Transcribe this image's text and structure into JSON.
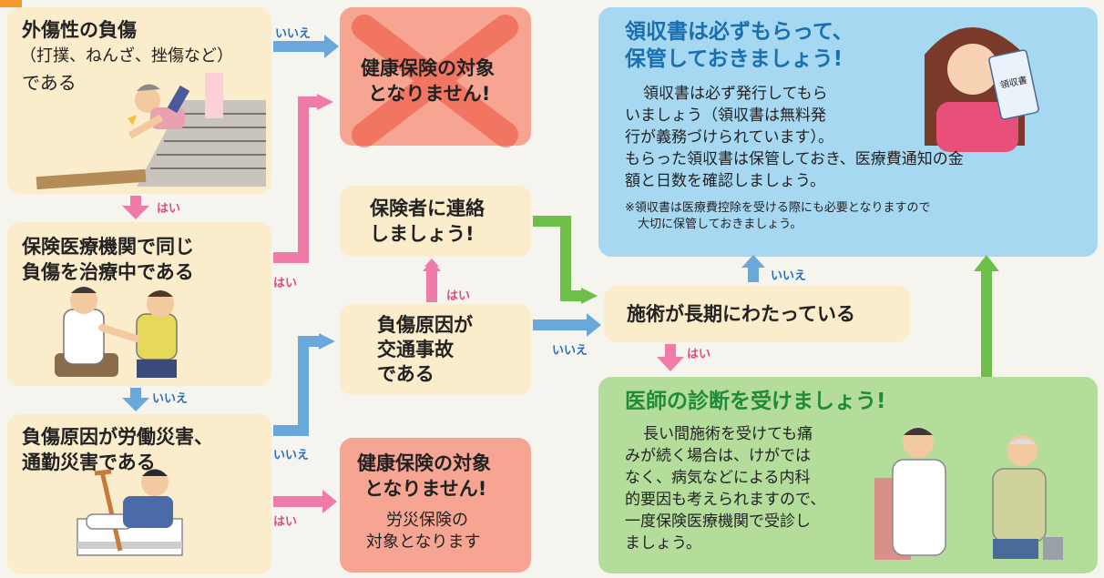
{
  "boxes": {
    "trauma": {
      "line1": "外傷性の負傷",
      "line2": "（打撲、ねんざ、挫傷など）",
      "line3": "である"
    },
    "same_clinic": {
      "line1": "保険医療機関で同じ",
      "line2": "負傷を治療中である"
    },
    "work_injury": {
      "line1": "負傷原因が労働災害、",
      "line2": "通勤災害である"
    },
    "not_covered_1": {
      "line1": "健康保険の対象",
      "line2": "となりません!"
    },
    "contact_insurer": {
      "line1": "保険者に連絡",
      "line2": "しましょう!"
    },
    "traffic": {
      "line1": "負傷原因が",
      "line2": "交通事故",
      "line3": "である"
    },
    "not_covered_2": {
      "line1": "健康保険の対象",
      "line2": "となりません!",
      "line3": "労災保険の",
      "line4": "対象となります"
    },
    "long_term": {
      "line1": "施術が長期にわたっている"
    },
    "receipt": {
      "title1": "領収書は必ずもらって、",
      "title2": "保管しておきましょう!",
      "body1": "領収書は必ず発行してもら",
      "body2": "いましょう（領収書は無料発",
      "body3": "行が義務づけられています）。",
      "body4": "もらった領収書は保管しておき、医療費通知の金",
      "body5": "額と日数を確認しましょう。",
      "note1": "※領収書は医療費控除を受ける際にも必要となりますので",
      "note2": "大切に保管しておきましょう。",
      "booklet": "領収書"
    },
    "doctor": {
      "title": "医師の診断を受けましょう!",
      "body1": "長い間施術を受けても痛",
      "body2": "みが続く場合は、けがでは",
      "body3": "なく、病気などによる内科",
      "body4": "的要因も考えられますので、",
      "body5": "一度保険医療機関で受診し",
      "body6": "ましょう。"
    }
  },
  "labels": {
    "yes": "はい",
    "no": "いいえ"
  },
  "colors": {
    "cream": "#fbeccb",
    "pink_box": "#f7a593",
    "blue_box": "#a7d8f2",
    "green_box": "#b4dd9c",
    "yes_arrow": "#f07aa8",
    "no_arrow": "#6aa8dc",
    "green_arrow": "#6cc04a",
    "title_blue": "#1a6fb0",
    "title_green": "#1f8a3a"
  }
}
